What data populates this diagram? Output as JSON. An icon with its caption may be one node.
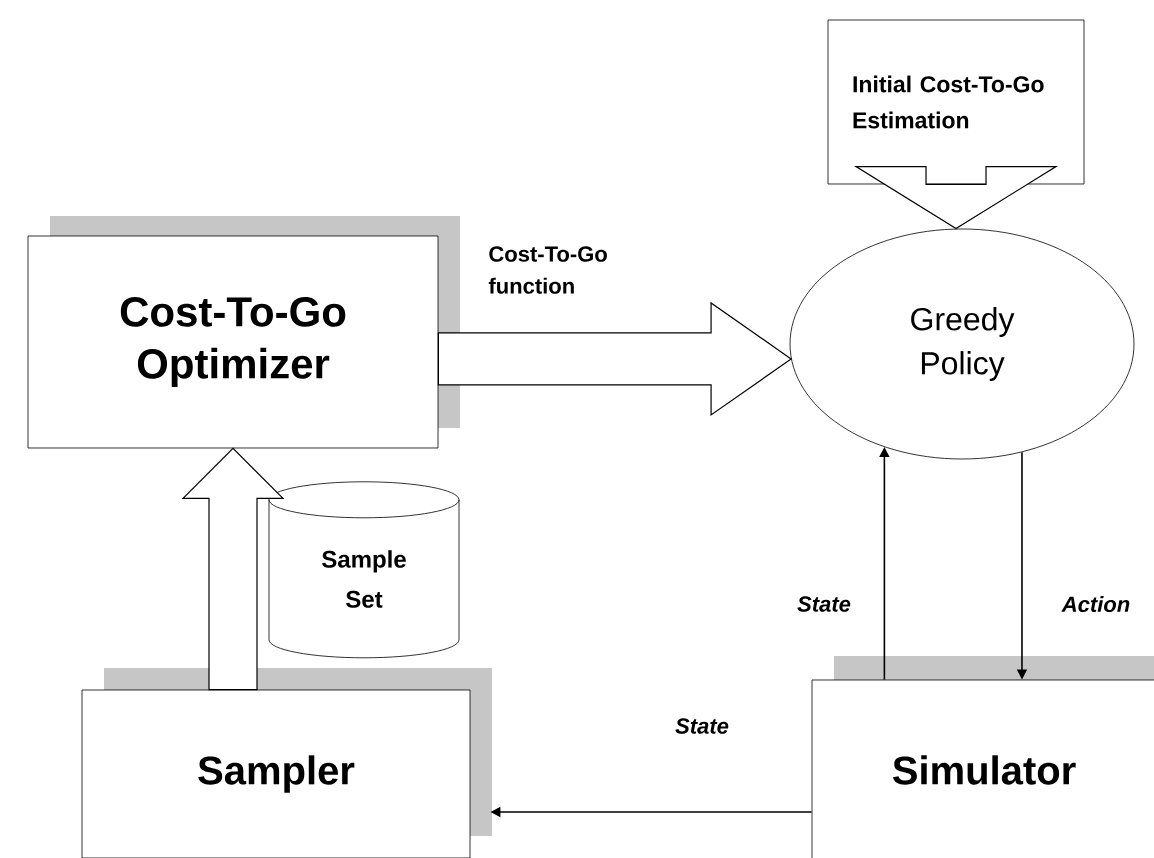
{
  "diagram": {
    "nodes": [
      {
        "text": [
          "Cost-To-Go Optimizer"
        ]
      },
      {
        "text": [
          "Sample Set"
        ]
      },
      {
        "text": [
          "Sampler"
        ]
      },
      {
        "text": [
          "Initial Cost-To-Go Estimation"
        ]
      },
      {
        "text": [
          "Greedy Policy"
        ]
      },
      {
        "text": [
          "Simulator"
        ]
      }
    ],
    "edges": [
      {
        "from": 2,
        "to": 0,
        "arrow": "to",
        "style": "thick"
      },
      {
        "from": 0,
        "to": 4,
        "arrow": "to",
        "style": "thick",
        "label": "Cost-To-Go function"
      },
      {
        "from": 3,
        "to": 4,
        "arrow": "to",
        "style": "thick"
      },
      {
        "from": 5,
        "to": 4,
        "arrow": "to",
        "label": "State"
      },
      {
        "from": 4,
        "to": 5,
        "arrow": "to",
        "label": "Action"
      },
      {
        "from": 5,
        "to": 2,
        "arrow": "to",
        "label": "State"
      }
    ]
  }
}
